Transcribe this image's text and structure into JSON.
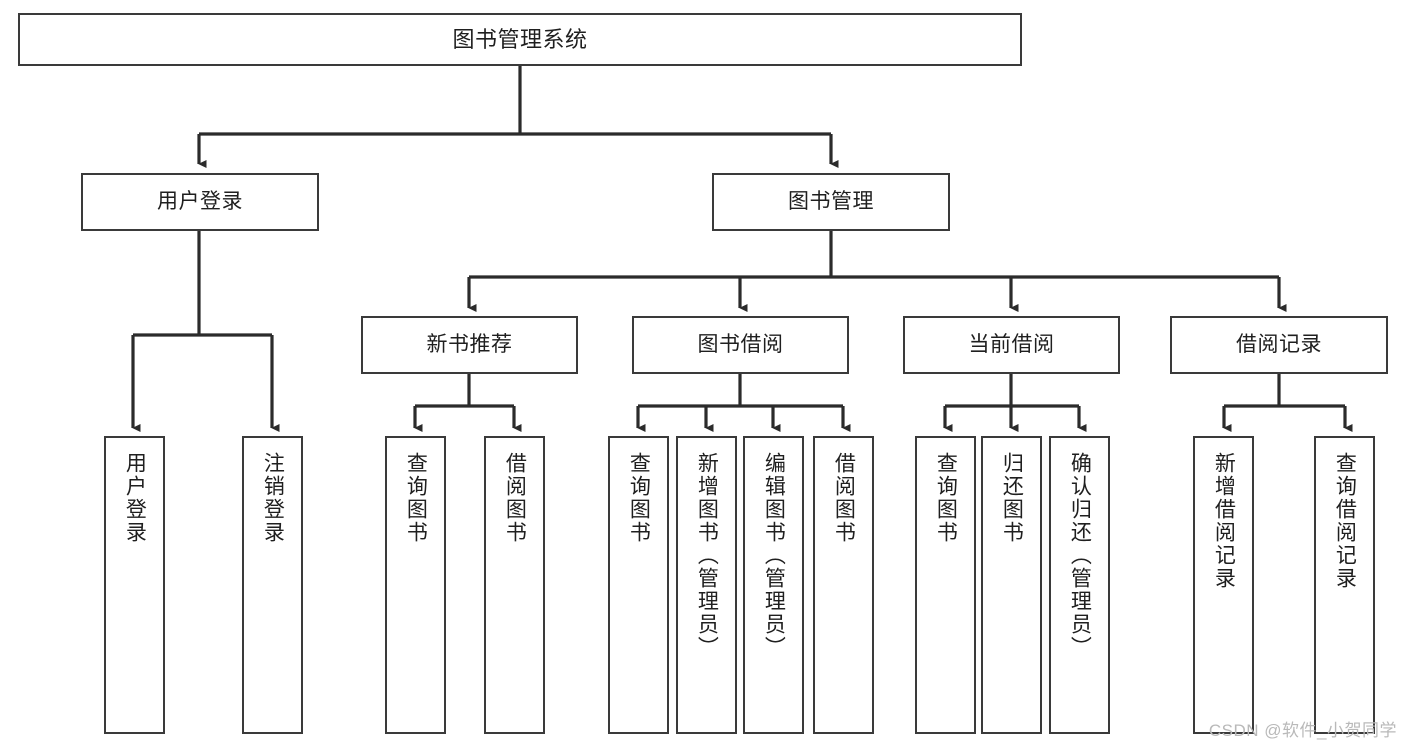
{
  "diagram": {
    "type": "tree",
    "title": "图书管理系统",
    "theme": {
      "background": "#ffffff",
      "box_border": "#3a3a3a",
      "box_fill": "#ffffff",
      "line": "#2b2b2b",
      "text": "#1f1f1f",
      "watermark": "#b9b9b9"
    },
    "root": {
      "label": "图书管理系统"
    },
    "level2": [
      {
        "label": "用户登录"
      },
      {
        "label": "图书管理"
      }
    ],
    "level3": [
      {
        "label": "新书推荐"
      },
      {
        "label": "图书借阅"
      },
      {
        "label": "当前借阅"
      },
      {
        "label": "借阅记录"
      }
    ],
    "leaves": {
      "user_login": [
        {
          "label": "用户登录"
        },
        {
          "label": "注销登录"
        }
      ],
      "new_book": [
        {
          "label": "查询图书"
        },
        {
          "label": "借阅图书"
        }
      ],
      "book_borrow": [
        {
          "label": "查询图书"
        },
        {
          "label": "新增图书（管理员）"
        },
        {
          "label": "编辑图书（管理员）"
        },
        {
          "label": "借阅图书"
        }
      ],
      "current_borrow": [
        {
          "label": "查询图书"
        },
        {
          "label": "归还图书"
        },
        {
          "label": "确认归还（管理员）"
        }
      ],
      "borrow_record": [
        {
          "label": "新增借阅记录"
        },
        {
          "label": "查询借阅记录"
        }
      ]
    }
  },
  "watermark": {
    "text": "CSDN @软件_小贺同学"
  }
}
